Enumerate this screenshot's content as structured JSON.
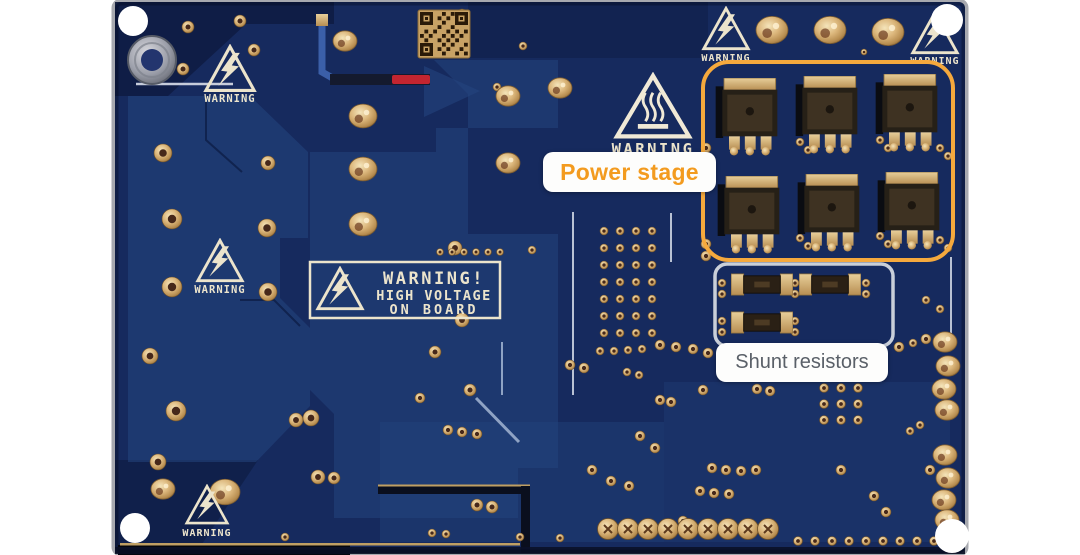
{
  "annotations": {
    "power_stage": {
      "label": "Power stage",
      "text_color": "#f39b1f",
      "outline_color": "#f5a93d",
      "outline_shape": "rounded-rect"
    },
    "shunt_resistors": {
      "label": "Shunt resistors",
      "text_color": "#5a6068",
      "outline_color": "#c9cfd9",
      "outline_shape": "rounded-rect"
    }
  },
  "silkscreen": {
    "warning_label": "WARNING",
    "hot_surface_warning_label": "WARNING",
    "high_voltage_box": {
      "line1": "WARNING!",
      "line2": "HIGH VOLTAGE",
      "line3": "ON BOARD"
    }
  },
  "components": {
    "power_mosfets": 6,
    "shunt_resistors": 3,
    "high_voltage_triangle_marks": 5,
    "hot_surface_triangle_marks": 1,
    "mounting_holes": 4
  },
  "colors": {
    "background": "#ffffff",
    "board_base": "#162a5e",
    "board_dark": "#0e1c44",
    "copper_pour": "#24457f",
    "pad_gold": "#d7b277",
    "silkscreen": "#ece4cc",
    "annotation_orange": "#f5a93d",
    "annotation_gray": "#c9cfd9",
    "mosfet_body": "#2b2218",
    "red_component": "#c32530"
  }
}
